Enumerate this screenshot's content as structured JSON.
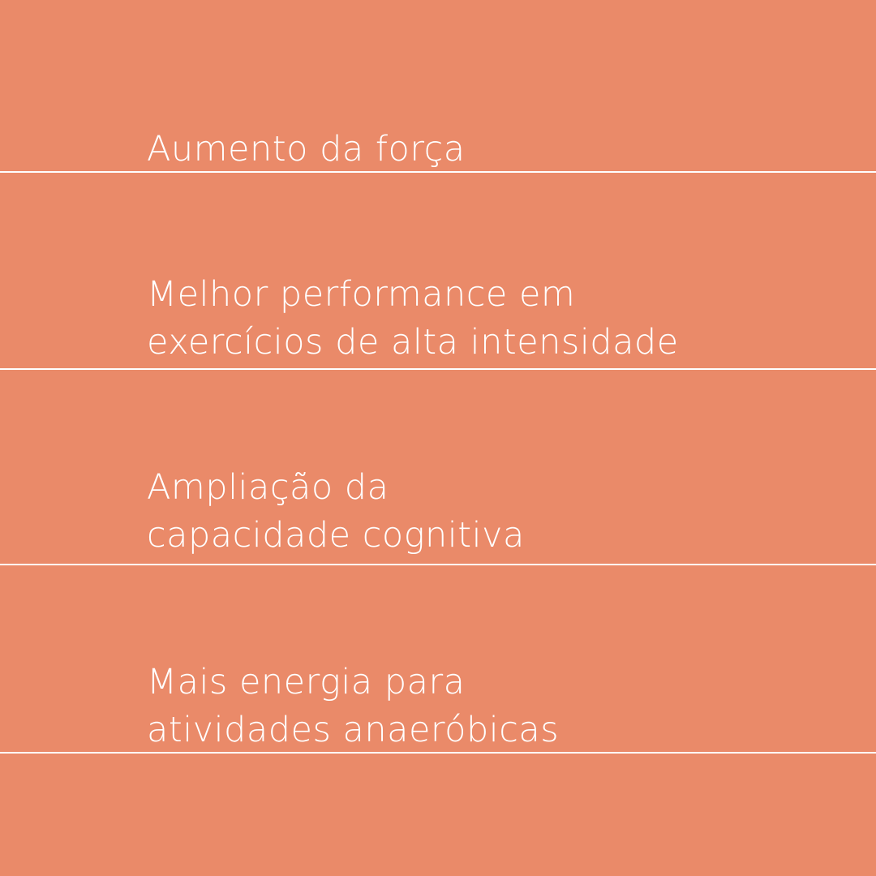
{
  "background_color": "#EA8A69",
  "text_color": "#FFFFFF",
  "benefits": [
    {
      "lines": [
        "Aumento da força"
      ]
    },
    {
      "lines": [
        "Melhor performance em",
        "exercícios de alta intensidade"
      ]
    },
    {
      "lines": [
        "Ampliação da",
        "capacidade cognitiva"
      ]
    },
    {
      "lines": [
        "Mais energia para",
        "atividades anaeróbicas"
      ]
    }
  ]
}
